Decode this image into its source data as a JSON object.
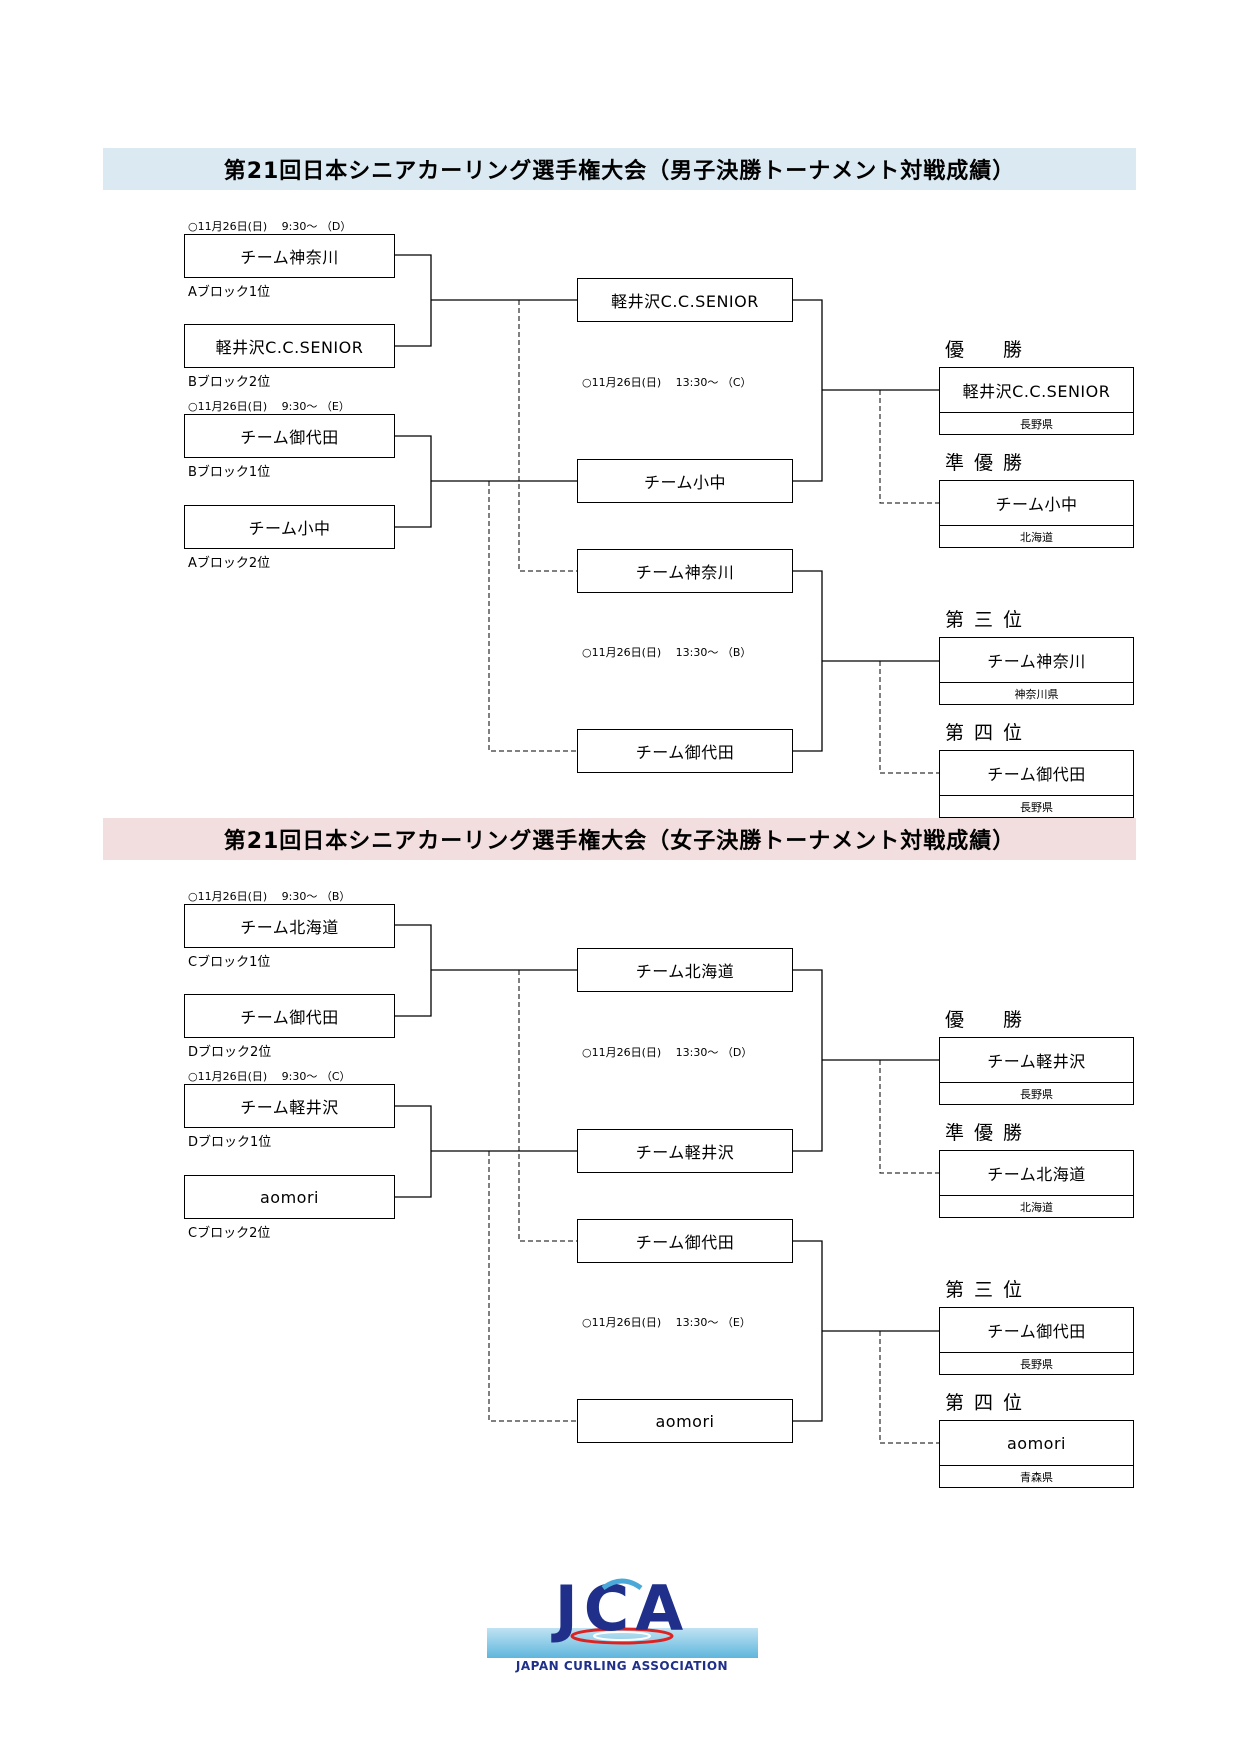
{
  "men": {
    "title": "第21回日本シニアカーリング選手権大会（男子決勝トーナメント対戦成績）",
    "title_bg": "#dbeaf2",
    "match1": {
      "label": "○11月26日(日)　 9:30～ （D）",
      "team_top": "チーム神奈川",
      "seed_top": "Aブロック1位",
      "team_bottom": "軽井沢C.C.SENIOR",
      "seed_bottom": "Bブロック2位"
    },
    "match2": {
      "label": "○11月26日(日)　 9:30～ （E）",
      "team_top": "チーム御代田",
      "seed_top": "Bブロック1位",
      "team_bottom": "チーム小中",
      "seed_bottom": "Aブロック2位"
    },
    "final": {
      "label": "○11月26日(日)　 13:30～ （C）",
      "team_top": "軽井沢C.C.SENIOR",
      "team_bottom": "チーム小中"
    },
    "third": {
      "label": "○11月26日(日)　 13:30～ （B）",
      "team_top": "チーム神奈川",
      "team_bottom": "チーム御代田"
    },
    "results": [
      {
        "place": "優　勝",
        "team": "軽井沢C.C.SENIOR",
        "pref": "長野県"
      },
      {
        "place": "準優勝",
        "team": "チーム小中",
        "pref": "北海道"
      },
      {
        "place": "第三位",
        "team": "チーム神奈川",
        "pref": "神奈川県"
      },
      {
        "place": "第四位",
        "team": "チーム御代田",
        "pref": "長野県"
      }
    ]
  },
  "women": {
    "title": "第21回日本シニアカーリング選手権大会（女子決勝トーナメント対戦成績）",
    "title_bg": "#f2dede",
    "match1": {
      "label": "○11月26日(日)　 9:30～ （B）",
      "team_top": "チーム北海道",
      "seed_top": "Cブロック1位",
      "team_bottom": "チーム御代田",
      "seed_bottom": "Dブロック2位"
    },
    "match2": {
      "label": "○11月26日(日)　 9:30～ （C）",
      "team_top": "チーム軽井沢",
      "seed_top": "Dブロック1位",
      "team_bottom": "aomori",
      "seed_bottom": "Cブロック2位"
    },
    "final": {
      "label": "○11月26日(日)　 13:30～ （D）",
      "team_top": "チーム北海道",
      "team_bottom": "チーム軽井沢"
    },
    "third": {
      "label": "○11月26日(日)　 13:30～ （E）",
      "team_top": "チーム御代田",
      "team_bottom": "aomori"
    },
    "results": [
      {
        "place": "優　勝",
        "team": "チーム軽井沢",
        "pref": "長野県"
      },
      {
        "place": "準優勝",
        "team": "チーム北海道",
        "pref": "北海道"
      },
      {
        "place": "第三位",
        "team": "チーム御代田",
        "pref": "長野県"
      },
      {
        "place": "第四位",
        "team": "aomori",
        "pref": "青森県"
      }
    ]
  },
  "logo": {
    "letters": "JCA",
    "caption": "JAPAN CURLING ASSOCIATION",
    "color": "#1f2f8a"
  }
}
